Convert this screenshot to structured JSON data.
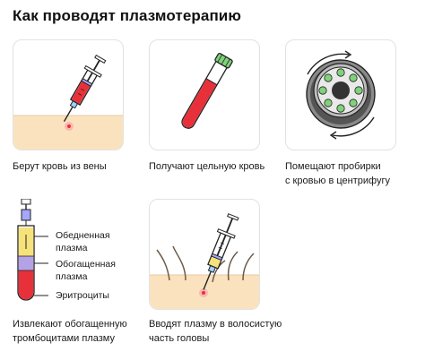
{
  "title": "Как проводят плазмотерапию",
  "steps": [
    {
      "caption_lines": [
        "Берут кровь из вены"
      ]
    },
    {
      "caption_lines": [
        "Получают цельную кровь"
      ]
    },
    {
      "caption_lines": [
        "Помещают пробирки",
        "с кровью в центрифугу"
      ]
    },
    {
      "caption_lines": [
        "Извлекают обогащенную",
        "тромбоцитами плазму"
      ],
      "tube_labels": [
        {
          "lines": [
            "Обедненная",
            "плазма"
          ]
        },
        {
          "lines": [
            "Обогащенная",
            "плазма"
          ]
        },
        {
          "lines": [
            "Эритроциты"
          ]
        }
      ]
    },
    {
      "caption_lines": [
        "Вводят плазму в волосистую",
        "часть головы"
      ]
    }
  ],
  "colors": {
    "skin": "#fbe2bf",
    "blood": "#e8303a",
    "plasma_poor": "#f6e27a",
    "plasma_rich": "#b3a3e6",
    "cap_green": "#7fd17a",
    "centrifuge_gray": "#888888",
    "syringe_plunger": "#a6a6ff",
    "card_border": "#e2e2e2"
  },
  "icons": [
    "syringe-icon",
    "blood-tube-icon",
    "centrifuge-icon",
    "separated-tube-icon",
    "scalp-injection-icon"
  ]
}
